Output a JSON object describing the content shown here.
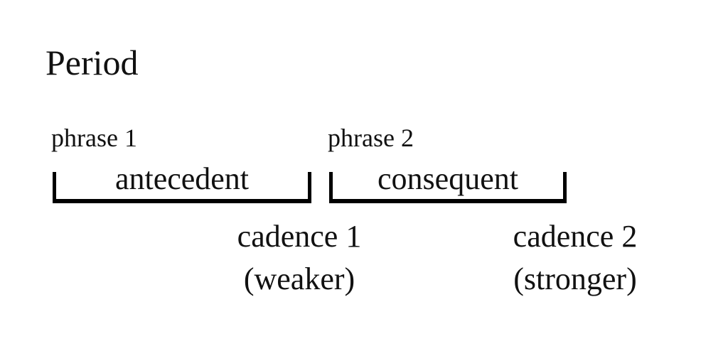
{
  "title": "Period",
  "phrases": [
    {
      "label": "phrase 1",
      "role": "antecedent",
      "cadence": "cadence 1",
      "strength": "(weaker)"
    },
    {
      "label": "phrase 2",
      "role": "consequent",
      "cadence": "cadence 2",
      "strength": "(stronger)"
    }
  ],
  "colors": {
    "text": "#111111",
    "bracket": "#000000",
    "background": "#ffffff"
  }
}
